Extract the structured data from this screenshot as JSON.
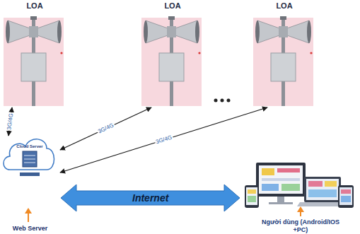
{
  "diagram": {
    "nodes": [
      {
        "text": [
          "LOA"
        ]
      },
      {
        "text": [
          "LOA"
        ]
      },
      {
        "text": [
          "LOA"
        ]
      },
      {
        "text": [
          "Cloud Server",
          "Web Server"
        ]
      },
      {
        "text": [
          "Người dùng (Android/IOS +PC)"
        ]
      }
    ],
    "edges": [
      {
        "from": 0,
        "to": 3,
        "label": "3G/4G",
        "arrow": "both"
      },
      {
        "from": 1,
        "to": 3,
        "label": "3G/4G",
        "arrow": "both"
      },
      {
        "from": 2,
        "to": 3,
        "label": "3G/4G",
        "arrow": "both"
      },
      {
        "from": 3,
        "to": 4,
        "label": "Internet",
        "arrow": "both"
      }
    ]
  }
}
